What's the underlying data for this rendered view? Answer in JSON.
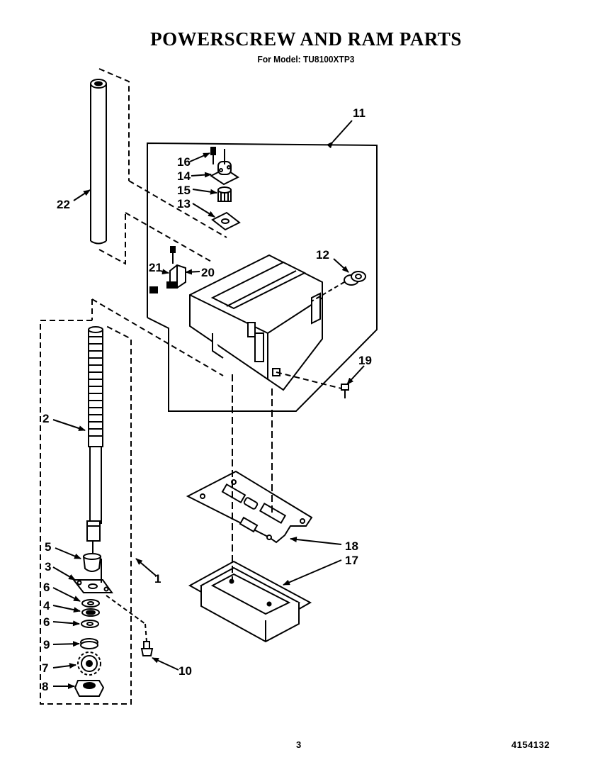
{
  "title": "POWERSCREW AND RAM PARTS",
  "subtitle": "For Model: TU8100XTP3",
  "callouts": {
    "c1": "1",
    "c2": "2",
    "c3": "3",
    "c4": "4",
    "c5": "5",
    "c6a": "6",
    "c6b": "6",
    "c7": "7",
    "c8": "8",
    "c9": "9",
    "c10": "10",
    "c11": "11",
    "c12": "12",
    "c13": "13",
    "c14": "14",
    "c15": "15",
    "c16": "16",
    "c17": "17",
    "c18": "18",
    "c19": "19",
    "c20": "20",
    "c21": "21",
    "c22": "22"
  },
  "page_number": "3",
  "document_number": "4154132"
}
